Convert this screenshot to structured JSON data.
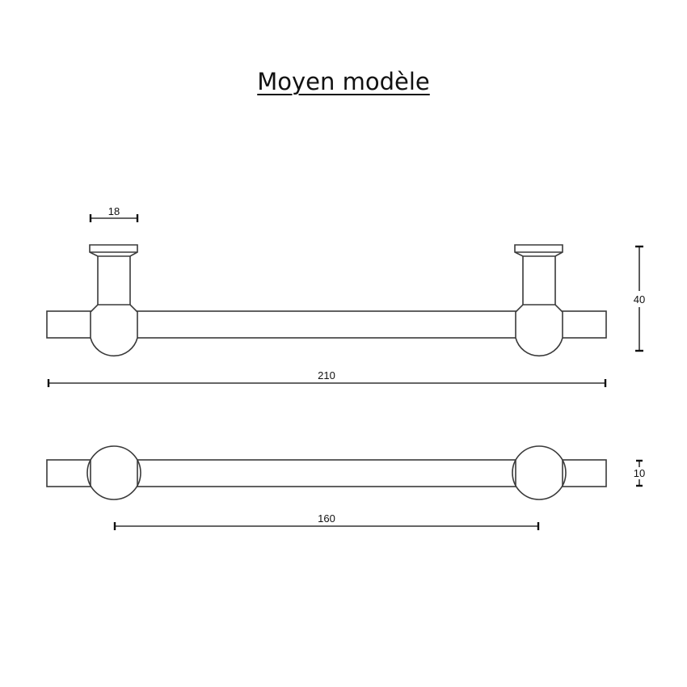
{
  "title": "Moyen modèle",
  "drawing": {
    "side_view": {
      "dimensions": {
        "foot_width": "18",
        "height": "40",
        "overall_length": "210"
      }
    },
    "top_view": {
      "dimensions": {
        "bar_diameter": "10",
        "center_distance": "160"
      }
    },
    "colors": {
      "line": "#3a3a3a",
      "dimension": "#333333",
      "background": "#ffffff"
    }
  }
}
